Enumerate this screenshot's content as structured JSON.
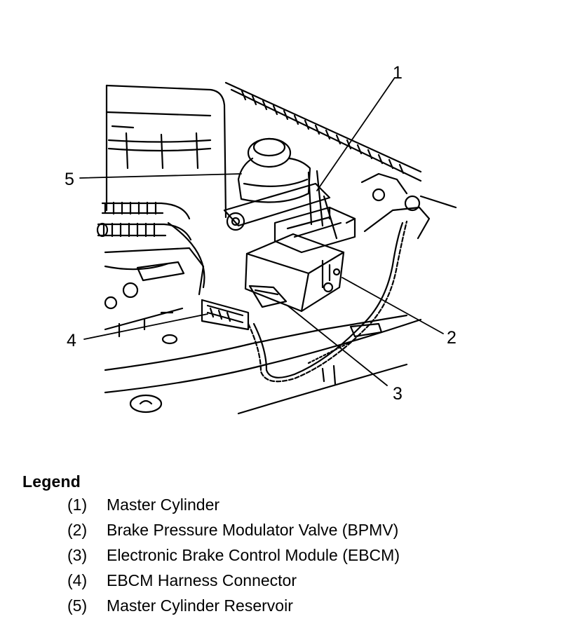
{
  "callouts": [
    {
      "id": "1",
      "label": "1"
    },
    {
      "id": "2",
      "label": "2"
    },
    {
      "id": "3",
      "label": "3"
    },
    {
      "id": "4",
      "label": "4"
    },
    {
      "id": "5",
      "label": "5"
    }
  ],
  "legend": {
    "title": "Legend",
    "items": [
      {
        "num": "(1)",
        "text": "Master Cylinder"
      },
      {
        "num": "(2)",
        "text": "Brake Pressure Modulator Valve (BPMV)"
      },
      {
        "num": "(3)",
        "text": "Electronic Brake Control Module (EBCM)"
      },
      {
        "num": "(4)",
        "text": "EBCM Harness Connector"
      },
      {
        "num": "(5)",
        "text": "Master Cylinder Reservoir"
      }
    ]
  }
}
